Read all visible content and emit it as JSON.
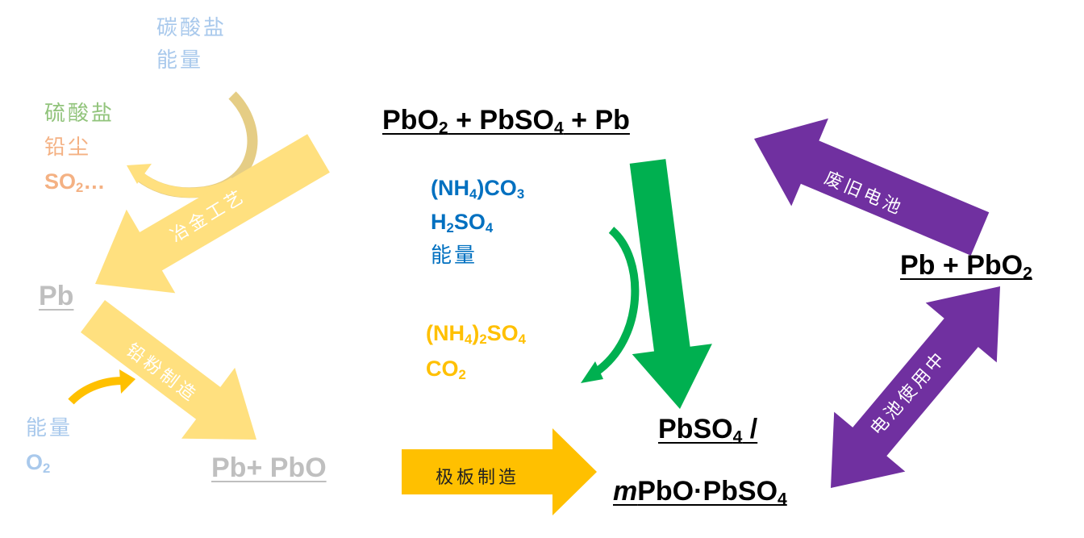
{
  "colors": {
    "light_yellow": "#FFE07F",
    "gold": "#FFC000",
    "tan": "#E2C878",
    "green": "#00B050",
    "purple": "#7030A0",
    "blue": "#0070C0",
    "light_blue": "#A9C9EC",
    "light_green": "#92C47C",
    "orange": "#F4B183",
    "gray": "#BFBFBF",
    "amber": "#FFC000"
  },
  "top_inputs": {
    "line1": "碳酸盐",
    "line2": "能量"
  },
  "byproducts": {
    "line1": "硫酸盐",
    "line2": "铅尘",
    "line3_main": "SO",
    "line3_sub": "2",
    "line3_tail": "…"
  },
  "arrows": {
    "metallurgy": "冶金工艺",
    "powder": "铅粉制造",
    "plate": "极板制造",
    "waste": "废旧电池",
    "use": "电池使用中"
  },
  "pb": "Pb",
  "powder_inputs": {
    "line1": "能量",
    "line2_main": "O",
    "line2_sub": "2"
  },
  "pb_pbo": "Pb+ PbO",
  "waste_mix": {
    "a": "PbO",
    "a_sub": "2",
    "b": " + PbSO",
    "b_sub": "4",
    "c": " + Pb"
  },
  "reagents": {
    "r1_a": "(NH",
    "r1_sub": "4",
    "r1_b": ")CO",
    "r1_sub2": "3",
    "r2_a": "H",
    "r2_sub": "2",
    "r2_b": "SO",
    "r2_sub2": "4",
    "r3": "能量"
  },
  "products": {
    "p1_a": "(NH",
    "p1_sub": "4",
    "p1_b": ")",
    "p1_sub2": "2",
    "p1_c": "SO",
    "p1_sub3": "4",
    "p2_a": "CO",
    "p2_sub": "2"
  },
  "sulfate": {
    "l1_a": "PbSO",
    "l1_sub": "4",
    "l1_b": " /",
    "l2_m": "m",
    "l2_a": "PbO·PbSO",
    "l2_sub": "4"
  },
  "battery": {
    "a": "Pb + PbO",
    "sub": "2"
  }
}
